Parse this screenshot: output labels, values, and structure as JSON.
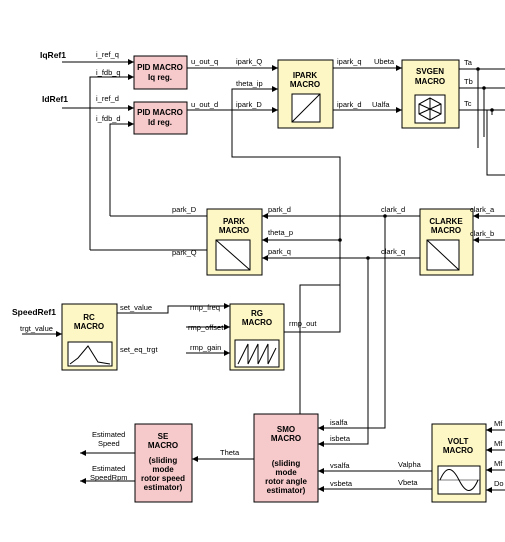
{
  "colors": {
    "pid": "#f6c9cb",
    "macro": "#fdf7c6",
    "line": "#000000"
  },
  "inputs": {
    "iqref": "IqRef1",
    "idref": "IdRef1",
    "speedref": "SpeedRef1"
  },
  "blocks": {
    "pid_q": {
      "line1": "PID MACRO",
      "line2": "Iq reg."
    },
    "pid_d": {
      "line1": "PID MACRO",
      "line2": "Id reg."
    },
    "ipark": {
      "line1": "IPARK",
      "line2": "MACRO"
    },
    "svgen": {
      "line1": "SVGEN",
      "line2": "MACRO"
    },
    "park": {
      "line1": "PARK",
      "line2": "MACRO"
    },
    "clarke": {
      "line1": "CLARKE",
      "line2": "MACRO"
    },
    "rc": {
      "line1": "RC",
      "line2": "MACRO"
    },
    "rg": {
      "line1": "RG",
      "line2": "MACRO"
    },
    "se": {
      "line1": "SE",
      "line2": "MACRO",
      "line3": "(sliding",
      "line4": "mode",
      "line5": "rotor speed",
      "line6": "estimator)"
    },
    "smo": {
      "line1": "SMO",
      "line2": "MACRO",
      "line3": "(sliding",
      "line4": "mode",
      "line5": "rotor angle",
      "line6": "estimator)"
    },
    "volt": {
      "line1": "VOLT",
      "line2": "MACRO"
    }
  },
  "signals": {
    "i_ref_q": "i_ref_q",
    "i_fdb_q": "i_fdb_q",
    "i_ref_d": "i_ref_d",
    "i_fdb_d": "i_fdb_d",
    "u_out_q": "u_out_q",
    "u_out_d": "u_out_d",
    "ipark_Q": "ipark_Q",
    "theta_ip": "theta_ip",
    "ipark_D": "ipark_D",
    "ipark_q": "ipark_q",
    "ipark_d": "ipark_d",
    "ubeta": "Ubeta",
    "ualfa": "Ualfa",
    "ta": "Ta",
    "tb": "Tb",
    "tc": "Tc",
    "park_D": "park_D",
    "park_Q": "park_Q",
    "park_d": "park_d",
    "theta_p": "theta_p",
    "park_q": "park_q",
    "clark_d": "clark_d",
    "clark_q": "clark_q",
    "clark_a": "clark_a",
    "clark_b": "clark_b",
    "trgt_value": "trgt_value",
    "set_value": "set_value",
    "set_eq_trgt": "set_eq_trgt",
    "rmp_freq": "rmp_freq",
    "rmp_offset": "rmp_offset",
    "rmp_gain": "rmp_gain",
    "rmp_out": "rmp_out",
    "isalfa": "isalfa",
    "isbeta": "isbeta",
    "vsalfa": "vsalfa",
    "vsbeta": "vsbeta",
    "valpha": "Valpha",
    "vbeta": "Vbeta",
    "theta": "Theta",
    "est_speed_1": "Estimated",
    "est_speed_2": "Speed",
    "est_rpm_1": "Estimated",
    "est_rpm_2": "SpeedRpm",
    "volt_in_1": "Mf",
    "volt_in_2": "Mf",
    "volt_in_3": "Mf",
    "volt_in_4": "Do"
  }
}
